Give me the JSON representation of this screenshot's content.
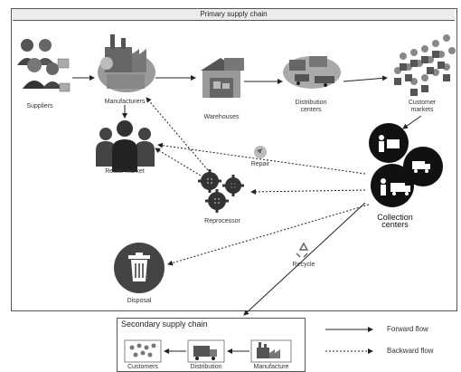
{
  "primary_chain": {
    "title": "Primary supply chain"
  },
  "nodes": {
    "suppliers": "Suppliers",
    "manufacturers": "Manufacturers",
    "warehouses": "Warehouses",
    "distribution_centers": "Distribution centers",
    "customer_markets": "Customer markets",
    "reuse_market": "Reuse market",
    "reprocessor": "Reprocessor",
    "collection_centers": "Collection centers",
    "disposal": "Disposal"
  },
  "flow_labels": {
    "repair": "Repair",
    "recycle": "Recycle"
  },
  "secondary_chain": {
    "title": "Secondary supply chain",
    "nodes": [
      "Customers",
      "Distribution",
      "Manufacture"
    ]
  },
  "legend": {
    "forward": "Forward flow",
    "backward": "Backward flow"
  }
}
